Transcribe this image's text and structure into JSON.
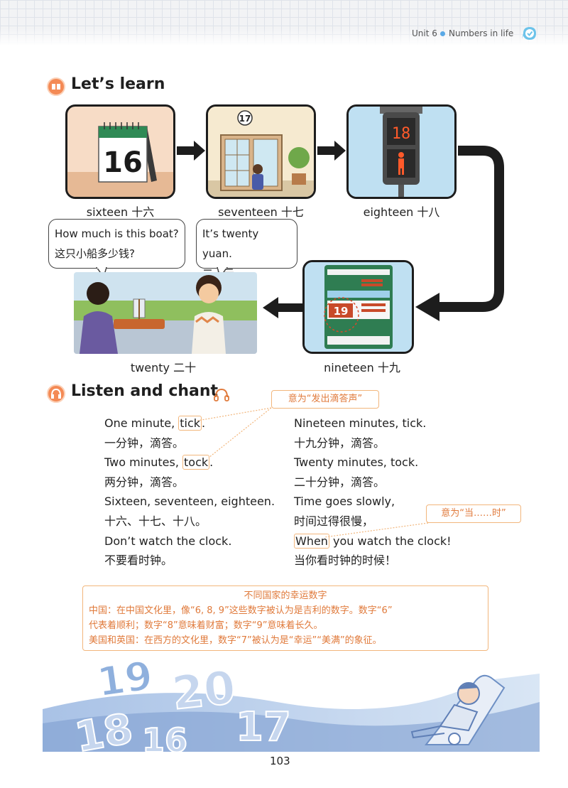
{
  "header": {
    "unit": "Unit 6",
    "topic": "Numbers in life"
  },
  "lets_learn": {
    "title": "Let’s learn",
    "panels": [
      {
        "caption": "sixteen 十六",
        "number": "16"
      },
      {
        "caption": "seventeen 十七",
        "number": "17"
      },
      {
        "caption": "eighteen 十八",
        "number": "18"
      },
      {
        "caption": "nineteen 十九",
        "number": "19"
      },
      {
        "caption": "twenty 二十"
      }
    ],
    "bubble_left": {
      "en": "How much is this boat?",
      "zh": "这只小船多少钱?"
    },
    "bubble_right": {
      "en": "It’s twenty yuan.",
      "zh": "二十元。"
    }
  },
  "listen_chant": {
    "title": "Listen and chant",
    "note_tick": "意为“发出滴答声”",
    "note_when": "意为“当……时”",
    "left": [
      {
        "pre": "One minute, ",
        "hl": "tick",
        "post": "."
      },
      {
        "text": "一分钟，滴答。"
      },
      {
        "pre": "Two minutes, ",
        "hl": "tock",
        "post": "."
      },
      {
        "text": "两分钟，滴答。"
      },
      {
        "text": "Sixteen, seventeen, eighteen."
      },
      {
        "text": "十六、十七、十八。"
      },
      {
        "text": "Don’t watch the clock."
      },
      {
        "text": "不要看时钟。"
      }
    ],
    "right": [
      {
        "text": "Nineteen minutes, tick."
      },
      {
        "text": "十九分钟，滴答。"
      },
      {
        "text": "Twenty minutes, tock."
      },
      {
        "text": "二十分钟，滴答。"
      },
      {
        "text": "Time goes slowly,"
      },
      {
        "text": "时间过得很慢，"
      },
      {
        "pre": "",
        "hl": "When",
        "post": " you watch the clock!"
      },
      {
        "text": "当你看时钟的时候！"
      }
    ]
  },
  "info_box": {
    "title": "不同国家的幸运数字",
    "line1": "中国：在中国文化里，像“6, 8, 9”这些数字被认为是吉利的数字。数字“6”",
    "line2": "代表着顺利；数字“8”意味着财富；数字“9”意味着长久。",
    "line3": "美国和英国：在西方的文化里，数字“7”被认为是“幸运”“美满”的象征。"
  },
  "banner_numbers": [
    "19",
    "20",
    "18",
    "16",
    "17"
  ],
  "page_number": "103",
  "colors": {
    "accent_orange": "#f48a55",
    "note_border": "#f2b67c",
    "note_text": "#e07a3b",
    "banner_blue": "#b8cde8"
  }
}
